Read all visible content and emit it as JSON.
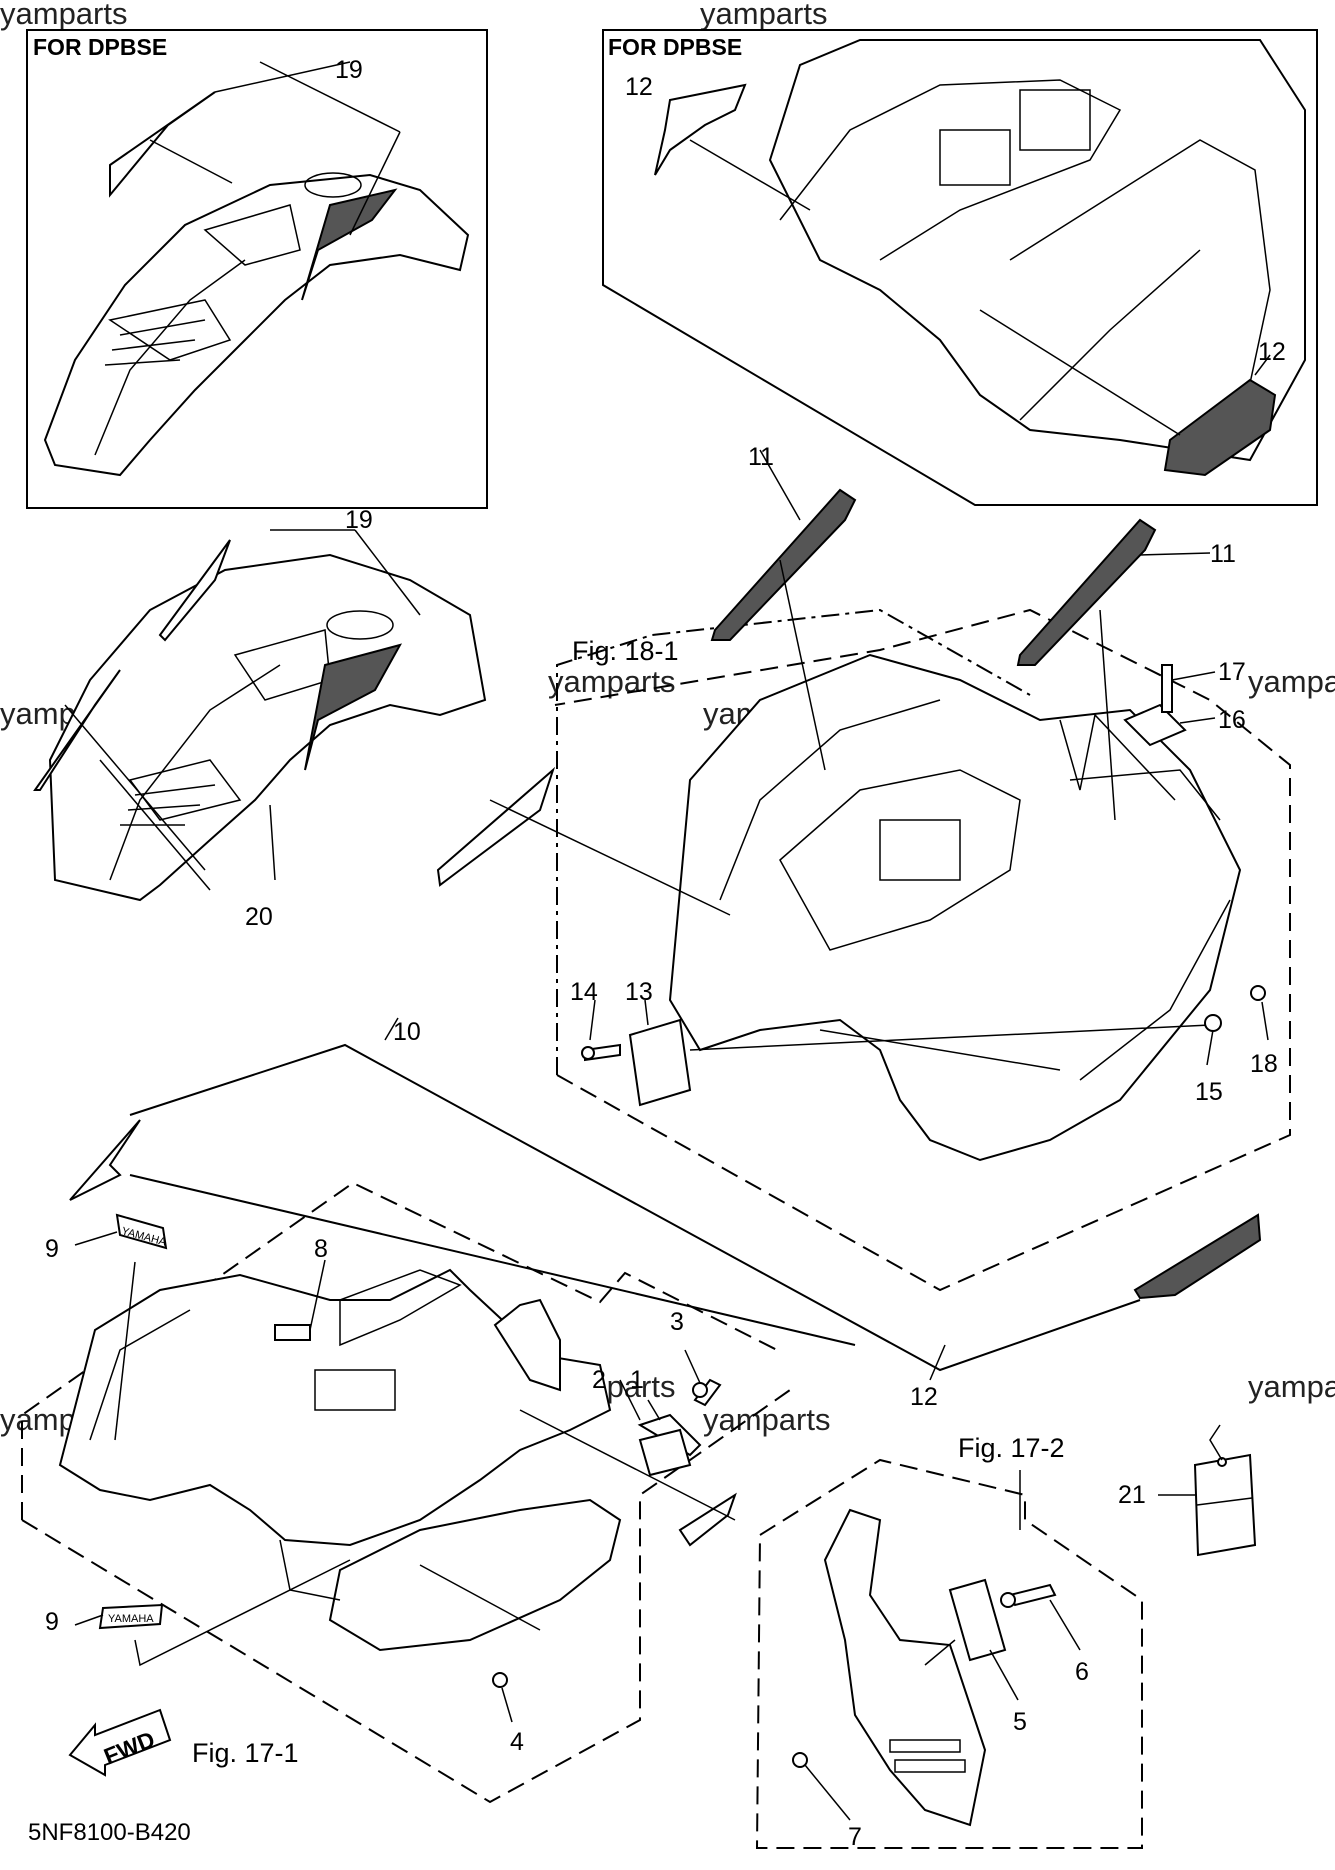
{
  "diagram_code": "5NF8100-B420",
  "watermark": "yamparts",
  "inset_boxes": {
    "left_label": "FOR DPBSE",
    "right_label": "FOR DPBSE"
  },
  "figure_refs": {
    "fig_18_1": "Fig. 18-1",
    "fig_17_1": "Fig. 17-1",
    "fig_17_2": "Fig. 17-2"
  },
  "fwd_arrow": "FWD",
  "decal_texts": {
    "yamaha_small": "YAMAHA"
  },
  "callouts": {
    "c1": "1",
    "c2": "2",
    "c3": "3",
    "c4": "4",
    "c5": "5",
    "c6": "6",
    "c7": "7",
    "c8": "8",
    "c9a": "9",
    "c9b": "9",
    "c10": "10",
    "c11a": "11",
    "c11b": "11",
    "c12a": "12",
    "c12b": "12",
    "c12c": "12",
    "c13": "13",
    "c14": "14",
    "c15": "15",
    "c16": "16",
    "c17": "17",
    "c18": "18",
    "c19a": "19",
    "c19b": "19",
    "c20": "20",
    "c21": "21"
  }
}
